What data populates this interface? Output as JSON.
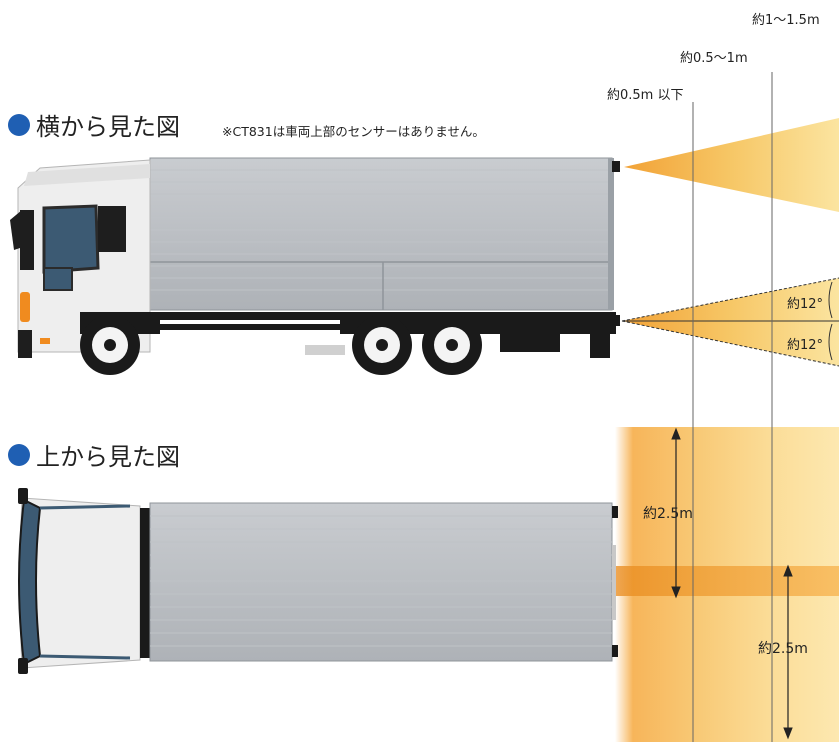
{
  "side_view": {
    "title": "横から見た図",
    "note": "※CT831は車両上部のセンサーはありません。"
  },
  "top_view": {
    "title": "上から見た図"
  },
  "distances": {
    "under_05": "約0.5m 以下",
    "d05_1": "約0.5〜1m",
    "d1_15": "約1〜1.5m"
  },
  "angles": {
    "upper": "約12°",
    "lower": "約12°"
  },
  "widths": {
    "left": "約2.5m",
    "right": "約2.5m"
  },
  "colors": {
    "accent_blue": "#1f5fb3",
    "zone_orange": "#f2a93b",
    "zone_yellow": "#fbe7a8"
  }
}
